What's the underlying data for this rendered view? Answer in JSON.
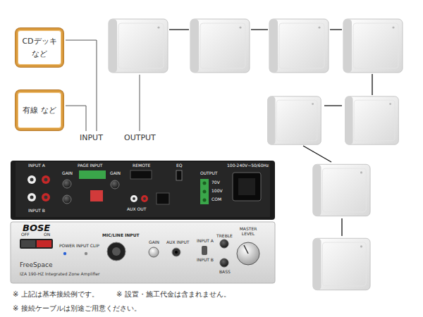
{
  "diagram": {
    "nodes": [
      {
        "text": [
          "CDデッキ など"
        ]
      },
      {
        "text": [
          "有線 など"
        ]
      }
    ],
    "labels": [
      "INPUT",
      "OUTPUT",
      "INPUT A",
      "GAIN",
      "PAGE INPUT",
      "GAIN",
      "REMOTE",
      "EQ",
      "OUTPUT",
      "100-240V~50/60Hz",
      "70V",
      "100V",
      "COM",
      "INPUT B",
      "AUX OUT",
      "BOSE",
      "OFF",
      "ON",
      "POWER",
      "INPUT CLIP",
      "MIC/LINE INPUT",
      "GAIN",
      "AUX INPUT",
      "INPUT A",
      "INPUT B",
      "TREBLE",
      "BASS",
      "MASTER LEVEL",
      "FreeSpace",
      "IZA 190-HZ Integrated Zone Amplifier",
      "※ 上記は基本接続例です。",
      "※ 設置・施工代金は含まれません。",
      "※ 接続ケーブルは別途ご用意ください。"
    ]
  }
}
